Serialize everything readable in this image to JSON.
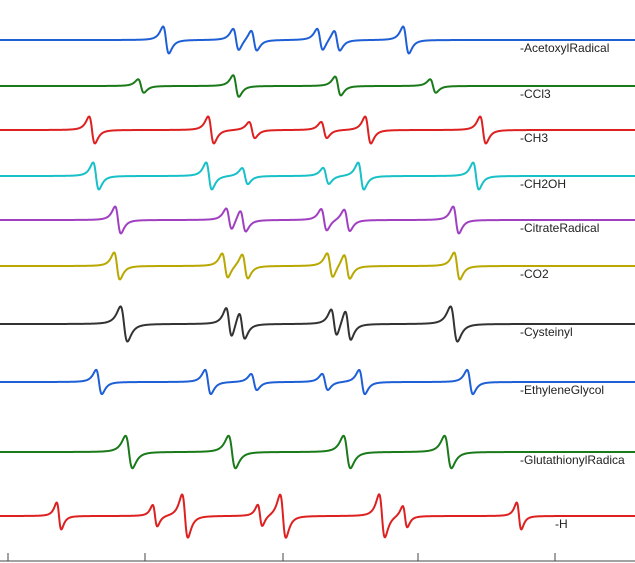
{
  "chart_data": {
    "type": "line",
    "background": "#ffffff",
    "xlim": [
      0,
      635
    ],
    "series": [
      {
        "name": "-AcetoxylRadical",
        "color": "#1f5fd6",
        "lines": [
          {
            "center": 166,
            "amp": 1.0,
            "width": 5
          },
          {
            "center": 236,
            "amp": 0.8,
            "width": 5
          },
          {
            "center": 254,
            "amp": 0.75,
            "width": 5
          },
          {
            "center": 320,
            "amp": 0.8,
            "width": 5
          },
          {
            "center": 337,
            "amp": 0.75,
            "width": 5
          },
          {
            "center": 406,
            "amp": 1.0,
            "width": 5
          }
        ]
      },
      {
        "name": "-CCl3",
        "color": "#1a7a1a",
        "lines": [
          {
            "center": 141,
            "amp": 0.5,
            "width": 5
          },
          {
            "center": 236,
            "amp": 0.8,
            "width": 5
          },
          {
            "center": 338,
            "amp": 0.7,
            "width": 5
          },
          {
            "center": 433,
            "amp": 0.5,
            "width": 5
          }
        ]
      },
      {
        "name": "-CH3",
        "color": "#dd2020",
        "lines": [
          {
            "center": 92,
            "amp": 1.0,
            "width": 5
          },
          {
            "center": 211,
            "amp": 1.0,
            "width": 5
          },
          {
            "center": 252,
            "amp": 0.6,
            "width": 5
          },
          {
            "center": 324,
            "amp": 0.6,
            "width": 5
          },
          {
            "center": 368,
            "amp": 1.0,
            "width": 5
          },
          {
            "center": 483,
            "amp": 1.0,
            "width": 5
          }
        ]
      },
      {
        "name": "-CH2OH",
        "color": "#18c0c8",
        "lines": [
          {
            "center": 96,
            "amp": 1.0,
            "width": 5
          },
          {
            "center": 209,
            "amp": 1.0,
            "width": 5
          },
          {
            "center": 245,
            "amp": 0.6,
            "width": 5
          },
          {
            "center": 326,
            "amp": 0.6,
            "width": 5
          },
          {
            "center": 361,
            "amp": 1.0,
            "width": 5
          },
          {
            "center": 476,
            "amp": 1.0,
            "width": 5
          }
        ]
      },
      {
        "name": "-CitrateRadical",
        "color": "#a040c0",
        "lines": [
          {
            "center": 118,
            "amp": 1.0,
            "width": 5
          },
          {
            "center": 229,
            "amp": 0.8,
            "width": 5
          },
          {
            "center": 243,
            "amp": 0.8,
            "width": 5
          },
          {
            "center": 324,
            "amp": 0.8,
            "width": 5
          },
          {
            "center": 347,
            "amp": 0.8,
            "width": 5
          },
          {
            "center": 456,
            "amp": 1.0,
            "width": 5
          }
        ]
      },
      {
        "name": "-CO2",
        "color": "#b8a800",
        "lines": [
          {
            "center": 117,
            "amp": 1.0,
            "width": 5
          },
          {
            "center": 225,
            "amp": 0.9,
            "width": 5
          },
          {
            "center": 245,
            "amp": 0.9,
            "width": 5
          },
          {
            "center": 330,
            "amp": 0.9,
            "width": 5
          },
          {
            "center": 347,
            "amp": 0.9,
            "width": 5
          },
          {
            "center": 457,
            "amp": 1.0,
            "width": 5
          }
        ]
      },
      {
        "name": "-Cysteinyl",
        "color": "#333333",
        "lines": [
          {
            "center": 124,
            "amp": 1.3,
            "width": 6
          },
          {
            "center": 229,
            "amp": 1.1,
            "width": 5
          },
          {
            "center": 242,
            "amp": 1.0,
            "width": 5
          },
          {
            "center": 334,
            "amp": 1.0,
            "width": 5
          },
          {
            "center": 348,
            "amp": 1.1,
            "width": 5
          },
          {
            "center": 454,
            "amp": 1.3,
            "width": 6
          }
        ]
      },
      {
        "name": "-EthyleneGlycol",
        "color": "#1f5fd6",
        "lines": [
          {
            "center": 99,
            "amp": 0.9,
            "width": 5
          },
          {
            "center": 208,
            "amp": 0.9,
            "width": 5
          },
          {
            "center": 254,
            "amp": 0.6,
            "width": 5
          },
          {
            "center": 325,
            "amp": 0.6,
            "width": 5
          },
          {
            "center": 362,
            "amp": 0.9,
            "width": 5
          },
          {
            "center": 470,
            "amp": 0.9,
            "width": 5
          }
        ]
      },
      {
        "name": "-GlutathionylRadica",
        "color": "#1a7a1a",
        "lines": [
          {
            "center": 129,
            "amp": 1.2,
            "width": 6
          },
          {
            "center": 232,
            "amp": 1.2,
            "width": 6
          },
          {
            "center": 347,
            "amp": 1.2,
            "width": 6
          },
          {
            "center": 448,
            "amp": 1.2,
            "width": 6
          }
        ]
      },
      {
        "name": "-H",
        "color": "#dd2020",
        "lines": [
          {
            "center": 59,
            "amp": 1.0,
            "width": 4
          },
          {
            "center": 155,
            "amp": 0.8,
            "width": 4
          },
          {
            "center": 185,
            "amp": 1.6,
            "width": 5
          },
          {
            "center": 260,
            "amp": 0.8,
            "width": 4
          },
          {
            "center": 283,
            "amp": 1.6,
            "width": 5
          },
          {
            "center": 382,
            "amp": 1.6,
            "width": 5
          },
          {
            "center": 405,
            "amp": 0.8,
            "width": 4
          },
          {
            "center": 519,
            "amp": 1.0,
            "width": 4
          }
        ]
      }
    ],
    "x_ticks": [
      8,
      145,
      283,
      418,
      555
    ]
  }
}
